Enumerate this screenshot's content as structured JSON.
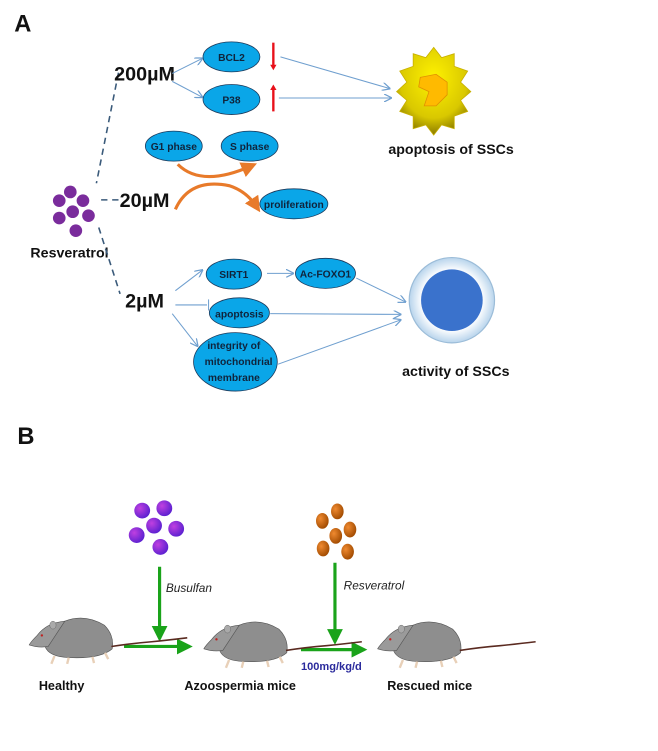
{
  "panel_a": {
    "label": "A",
    "compound": "Resveratrol",
    "doses": [
      "200µM",
      "20µM",
      "2µM"
    ],
    "high_dose": {
      "nodes": [
        "BCL2",
        "P38"
      ],
      "changes": [
        "down",
        "up"
      ],
      "outcome": "apoptosis of SSCs"
    },
    "mid_dose": {
      "nodes": [
        "G1 phase",
        "S phase",
        "proliferation"
      ]
    },
    "low_dose": {
      "nodes": [
        "SIRT1",
        "Ac-FOXO1",
        "apoptosis"
      ],
      "membrane_lines": [
        "integrity of",
        "mitochondrial",
        "membrane"
      ],
      "outcome": "activity of SSCs"
    },
    "colors": {
      "node": "#0aa6e8",
      "arrow": "#6f9fcf",
      "change": "#e8101a",
      "curve": "#e87a2a",
      "molecule": "#7a2c9c"
    }
  },
  "panel_b": {
    "label": "B",
    "treatments": [
      "Busulfan",
      "Resveratrol"
    ],
    "dose": "100mg/kg/d",
    "stages": [
      "Healthy",
      "Azoospermia mice",
      "Rescued mice"
    ],
    "colors": {
      "arrow": "#1aa31a",
      "dose": "#2a2a9c"
    }
  }
}
